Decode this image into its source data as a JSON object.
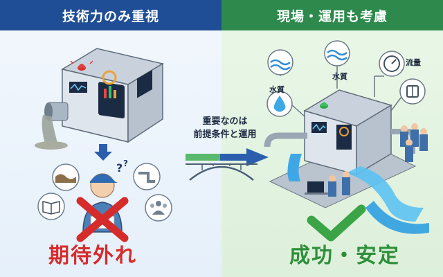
{
  "left": {
    "header": "技術力のみ重視",
    "result": "期待外れ"
  },
  "right": {
    "header": "現場・運用も考慮",
    "result": "成功・安定"
  },
  "bridge": {
    "line1": "重要なのは",
    "line2": "前提条件と運用"
  },
  "icons": {
    "water_quality_top": "水質",
    "water_quality_left": "水質",
    "flow_rate": "流量"
  },
  "colors": {
    "left_header": "#1f4e96",
    "right_header": "#2d8a4c",
    "fail_red": "#d62b2b",
    "success_green": "#2f8f39",
    "arrow_blue": "#2b5fae"
  }
}
